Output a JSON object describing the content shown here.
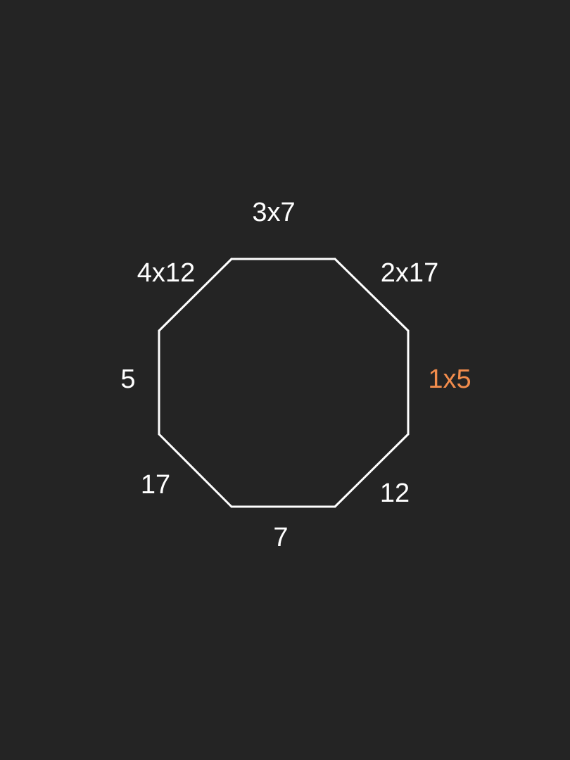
{
  "colors": {
    "background": "#242424",
    "stroke": "#ffffff",
    "label": "#ffffff",
    "highlight": "#f28c4c"
  },
  "edges": [
    {
      "id": "top",
      "label": "3x7",
      "highlighted": false
    },
    {
      "id": "top-right",
      "label": "2x17",
      "highlighted": false
    },
    {
      "id": "right",
      "label": "1x5",
      "highlighted": true
    },
    {
      "id": "bottom-right",
      "label": "12",
      "highlighted": false
    },
    {
      "id": "bottom",
      "label": "7",
      "highlighted": false
    },
    {
      "id": "bottom-left",
      "label": "17",
      "highlighted": false
    },
    {
      "id": "left",
      "label": "5",
      "highlighted": false
    },
    {
      "id": "top-left",
      "label": "4x12",
      "highlighted": false
    }
  ]
}
